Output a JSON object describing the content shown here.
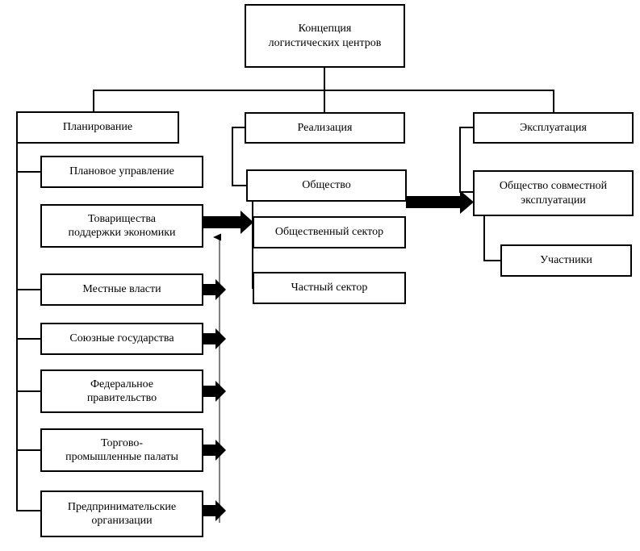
{
  "diagram": {
    "title": "Концепция логистических центров",
    "type": "org-chart",
    "line_color": "#000000",
    "accent_arrow_color": "#000000",
    "thin_arrow_color": "#808080",
    "background": "#ffffff",
    "nodes": {
      "root": {
        "label": "Концепция\nлогистических центров"
      },
      "planning": {
        "label": "Планирование"
      },
      "planning_management": {
        "label": "Плановое управление"
      },
      "economy_support_partnerships": {
        "label": "Товарищества\nподдержки экономики"
      },
      "local_authorities": {
        "label": "Местные власти"
      },
      "allied_states": {
        "label": "Союзные государства"
      },
      "federal_government": {
        "label": "Федеральное\nправительство"
      },
      "chambers_of_commerce": {
        "label": "Торгово-\nпромышленные палаты"
      },
      "business_organizations": {
        "label": "Предпринимательские\nорганизации"
      },
      "realization": {
        "label": "Реализация"
      },
      "society": {
        "label": "Общество"
      },
      "public_sector": {
        "label": "Общественный сектор"
      },
      "private_sector": {
        "label": "Частный сектор"
      },
      "operation": {
        "label": "Эксплуатация"
      },
      "joint_operation_society": {
        "label": "Общество совместной\nэксплуатации"
      },
      "participants": {
        "label": "Участники"
      }
    }
  }
}
